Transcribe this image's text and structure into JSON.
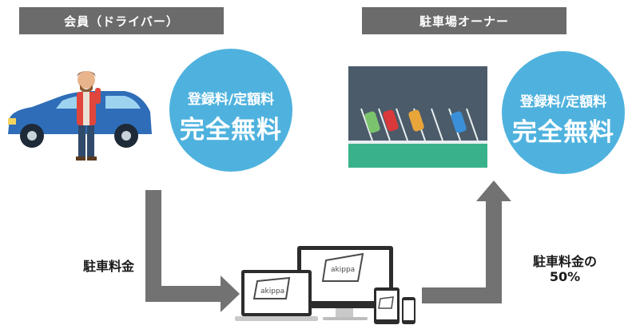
{
  "left": {
    "header": "会員（ドライバー）",
    "circle_line1": "登録料/定額料",
    "circle_line2": "完全無料",
    "flow_label": "駐車料金"
  },
  "right": {
    "header": "駐車場オーナー",
    "circle_line1": "登録料/定額料",
    "circle_line2": "完全無料",
    "flow_label_line1": "駐車料金の",
    "flow_label_line2": "50%"
  },
  "devices": {
    "logo_text": "akippa"
  },
  "colors": {
    "header_bg": "#6b6b6b",
    "circle_blue": "#4fb2de",
    "arrow_gray": "#727272",
    "car_blue": "#2f6db8",
    "parking_bg": "#4b5b6a",
    "parking_green": "#39b28b"
  }
}
